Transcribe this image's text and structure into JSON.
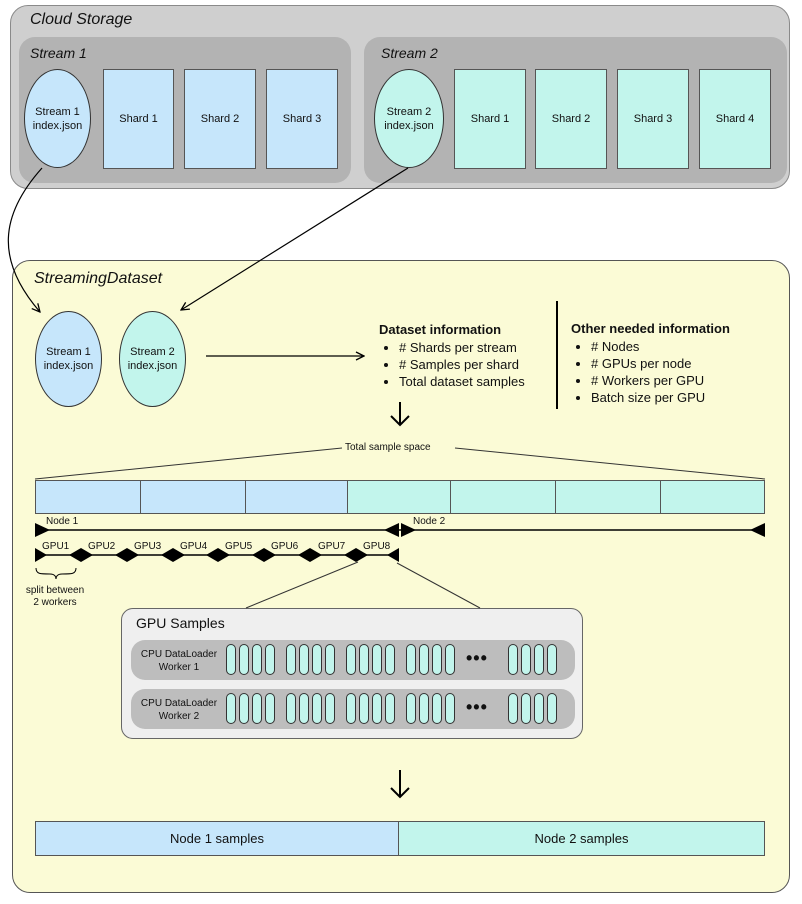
{
  "cloud": {
    "title": "Cloud Storage",
    "stream1": {
      "title": "Stream 1",
      "index": "Stream 1\nindex.json",
      "shards": [
        "Shard 1",
        "Shard 2",
        "Shard 3"
      ]
    },
    "stream2": {
      "title": "Stream 2",
      "index": "Stream 2\nindex.json",
      "shards": [
        "Shard 1",
        "Shard 2",
        "Shard 3",
        "Shard 4"
      ]
    }
  },
  "dataset": {
    "title": "StreamingDataset",
    "index1": "Stream 1\nindex.json",
    "index2": "Stream 2\nindex.json",
    "info_title": "Dataset information",
    "info_items": [
      "# Shards per stream",
      "# Samples per shard",
      "Total dataset samples"
    ],
    "other_title": "Other needed information",
    "other_items": [
      "# Nodes",
      "# GPUs per node",
      "# Workers per GPU",
      "Batch size per GPU"
    ],
    "sample_space_label": "Total sample space",
    "node1": "Node 1",
    "node2": "Node 2",
    "gpus": [
      "GPU1",
      "GPU2",
      "GPU3",
      "GPU4",
      "GPU5",
      "GPU6",
      "GPU7",
      "GPU8"
    ],
    "split_note": "split between\n2 workers",
    "gpu_samples_title": "GPU Samples",
    "worker1": "CPU DataLoader\nWorker 1",
    "worker2": "CPU DataLoader\nWorker 2",
    "ellipsis": "•••",
    "node1_samples": "Node 1 samples",
    "node2_samples": "Node 2 samples"
  },
  "colors": {
    "stream1": "#c6e6fb",
    "stream2": "#c2f5ec",
    "dataset_bg": "#fbfbd6",
    "cloud_bg": "#cfcfcf"
  }
}
